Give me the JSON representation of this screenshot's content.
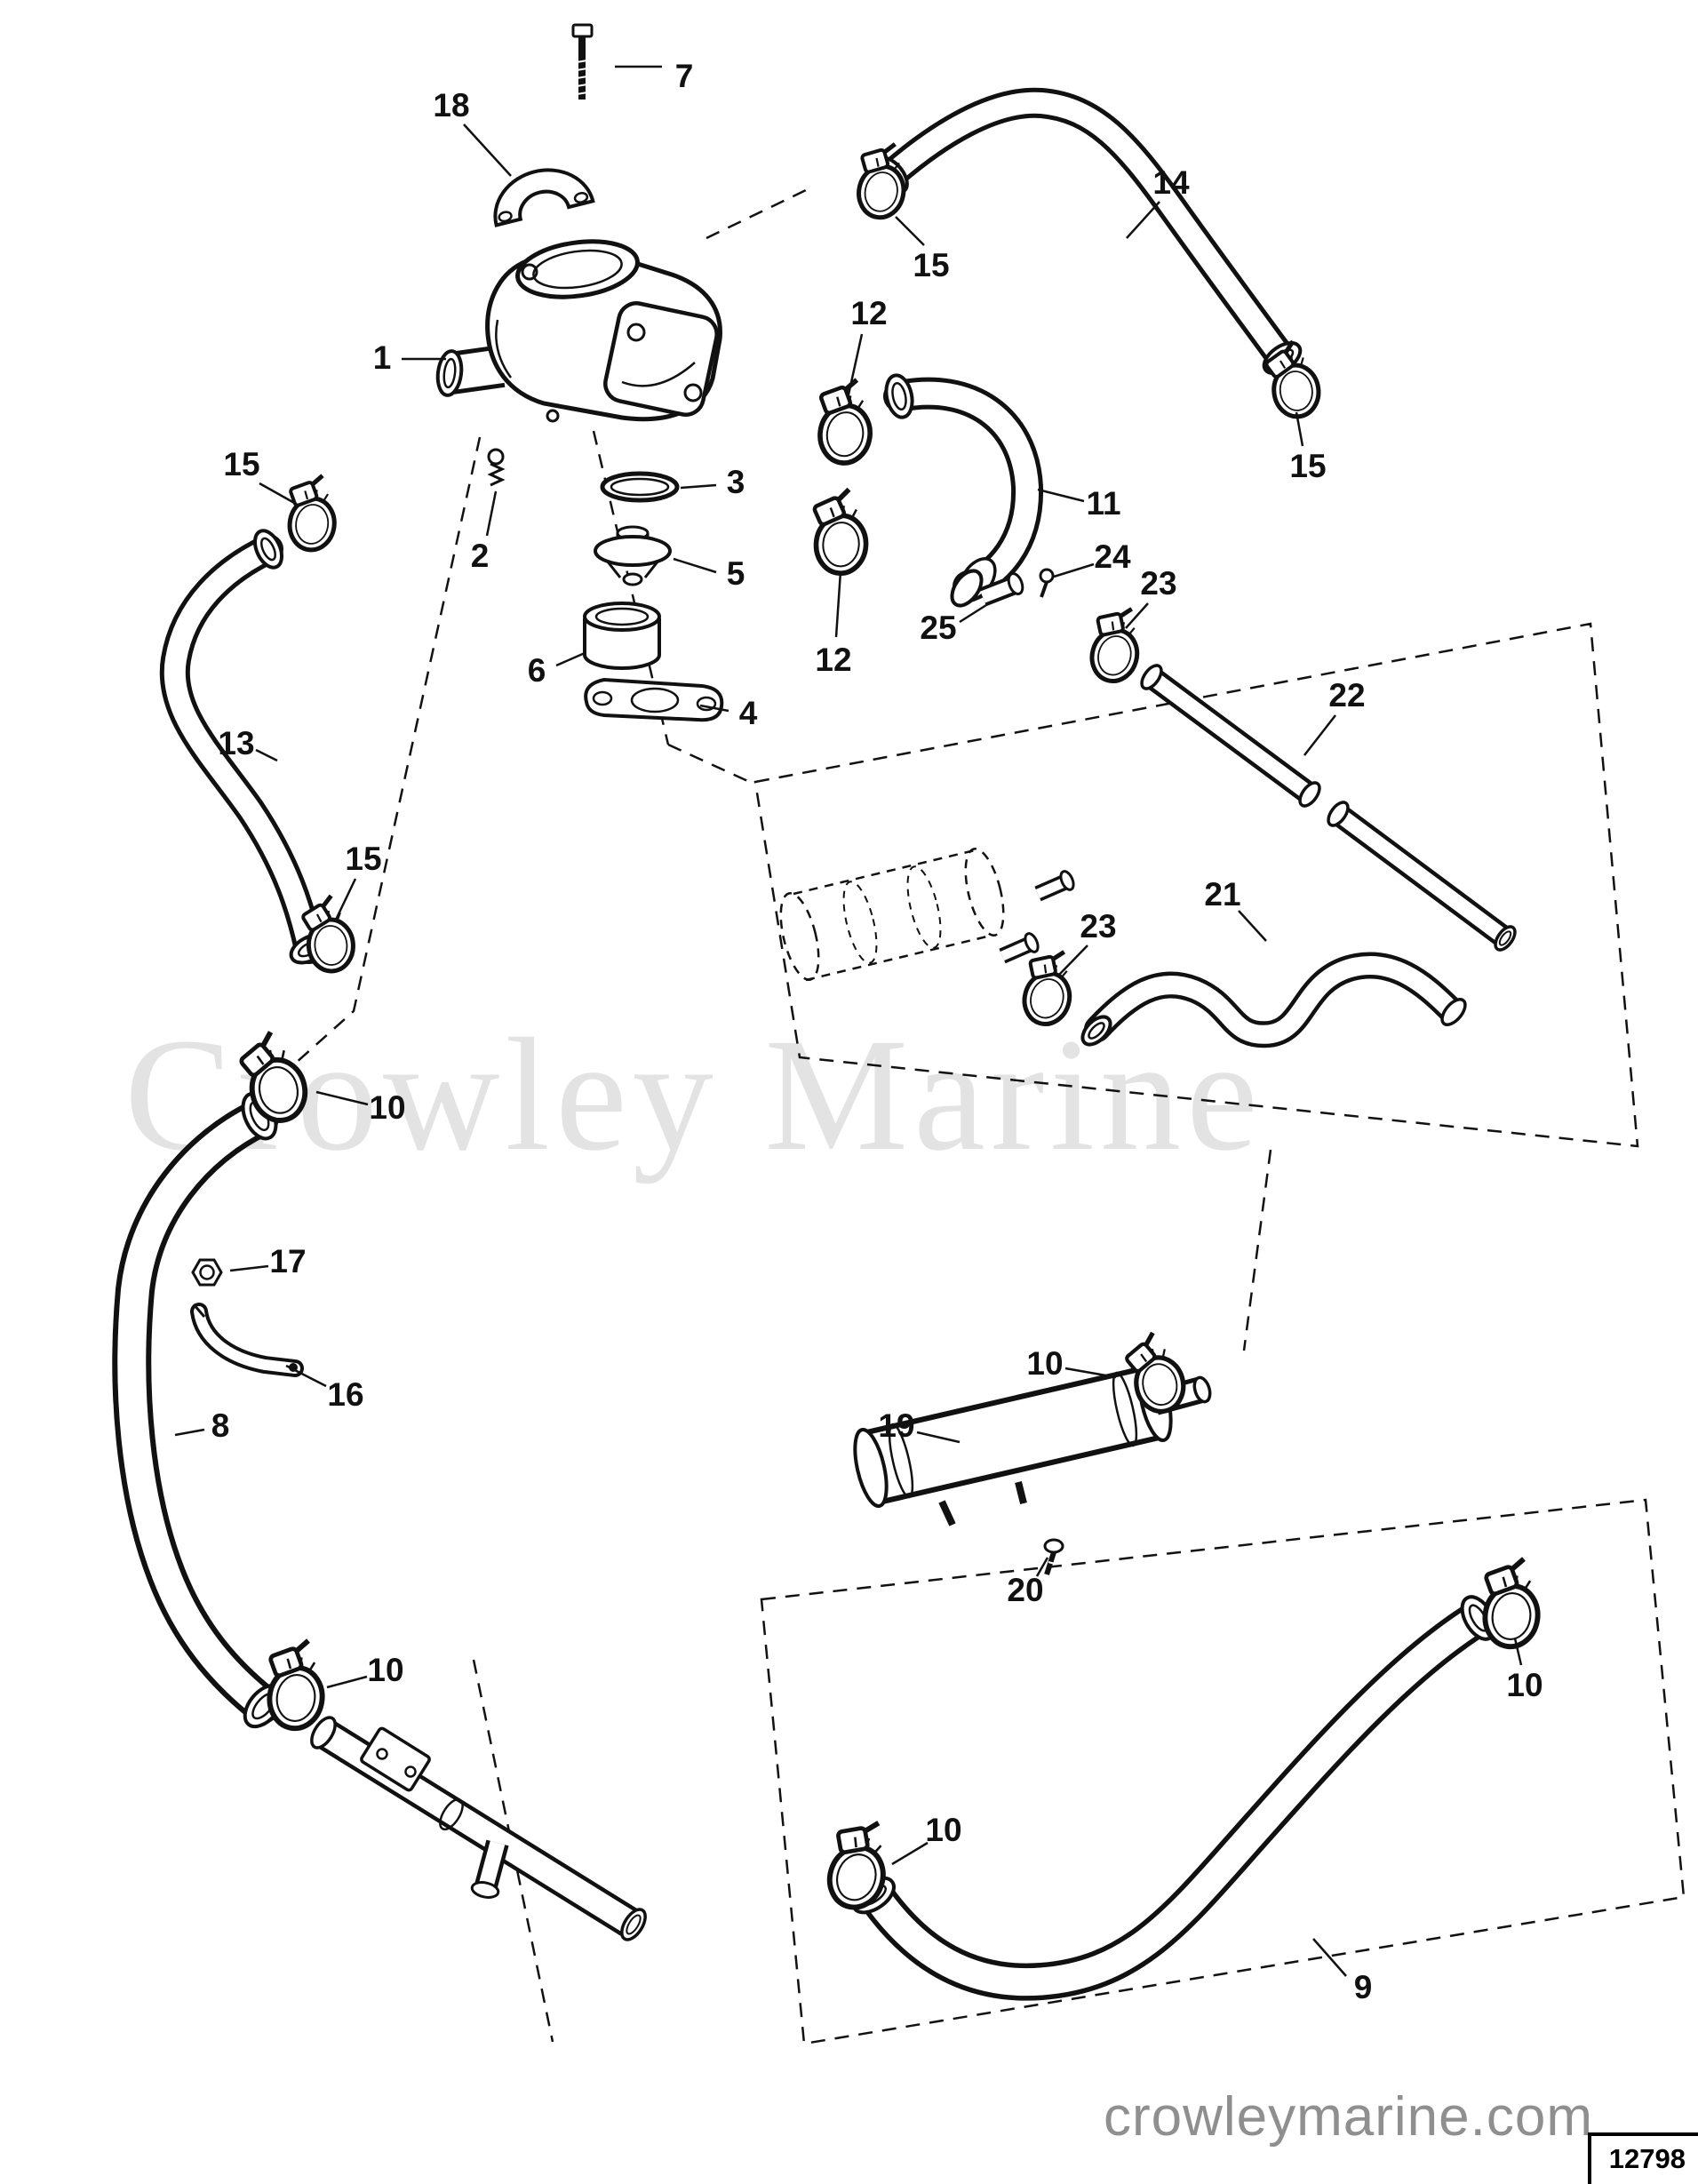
{
  "diagram": {
    "watermark": "Crowley Marine",
    "site": "crowleymarine.com",
    "ref_number": "12798"
  },
  "callouts": [
    "7",
    "18",
    "15",
    "14",
    "12",
    "1",
    "15",
    "3",
    "2",
    "11",
    "5",
    "12",
    "25",
    "24",
    "23",
    "6",
    "4",
    "22",
    "13",
    "21",
    "23",
    "15",
    "10",
    "17",
    "16",
    "8",
    "10",
    "19",
    "20",
    "10",
    "10",
    "10",
    "9",
    "15"
  ]
}
